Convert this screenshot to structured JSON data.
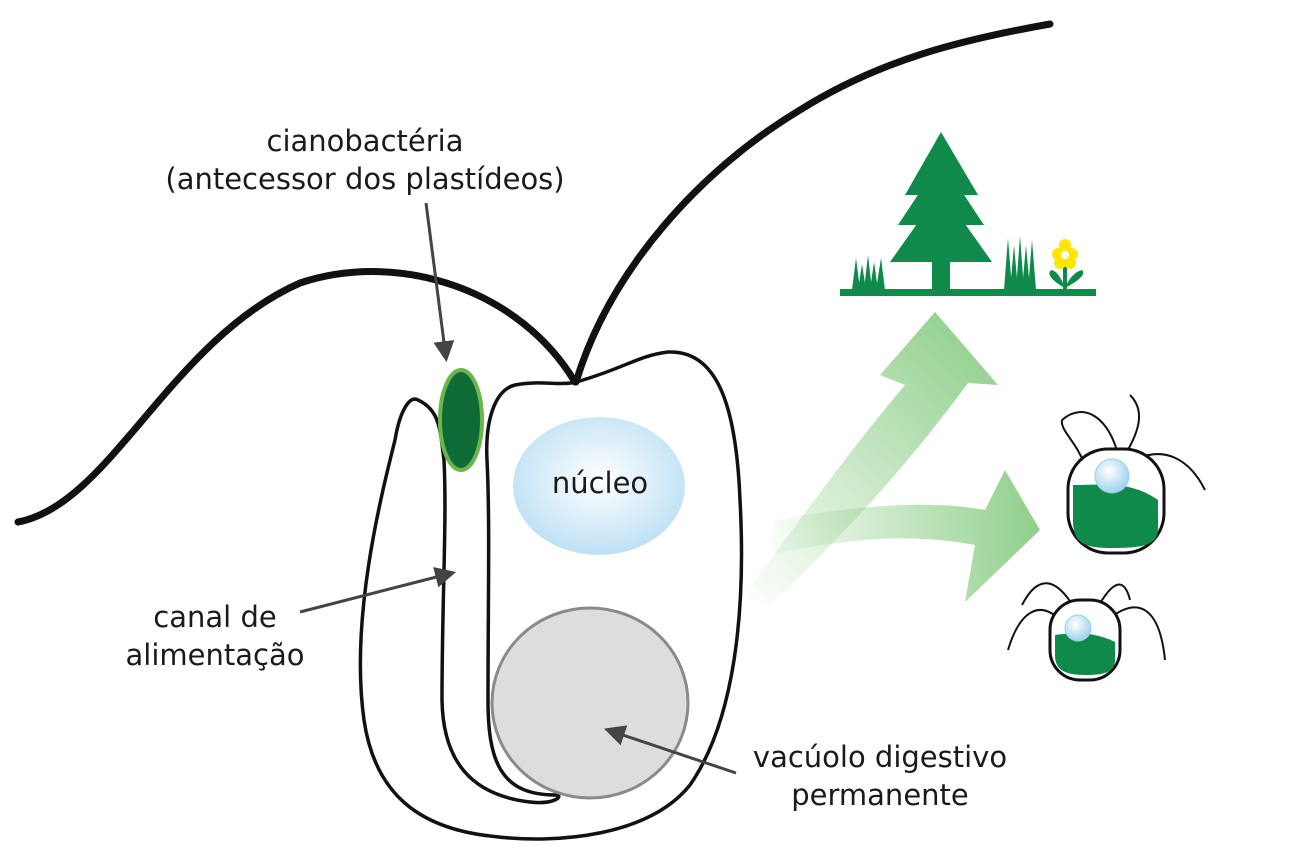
{
  "labels": {
    "cyanobacteria_line1": "cianobactéria",
    "cyanobacteria_line2": "(antecessor dos plastídeos)",
    "nucleus": "núcleo",
    "feeding_canal_line1": "canal de",
    "feeding_canal_line2": "alimentação",
    "vacuole_line1": "vacúolo digestivo",
    "vacuole_line2": "permanente"
  },
  "colors": {
    "outline": "#111111",
    "arrow": "#444444",
    "plastid_fill": "#0e6b35",
    "plastid_stroke": "#6ab64a",
    "plant_green": "#0f8a4a",
    "nucleus_fill": "#c9e6f6",
    "vacuole_fill": "#dddddd",
    "vacuole_stroke": "#8a8a8a",
    "evolution_arrow": "#8fcf8a",
    "flower_yellow": "#ffe600"
  }
}
